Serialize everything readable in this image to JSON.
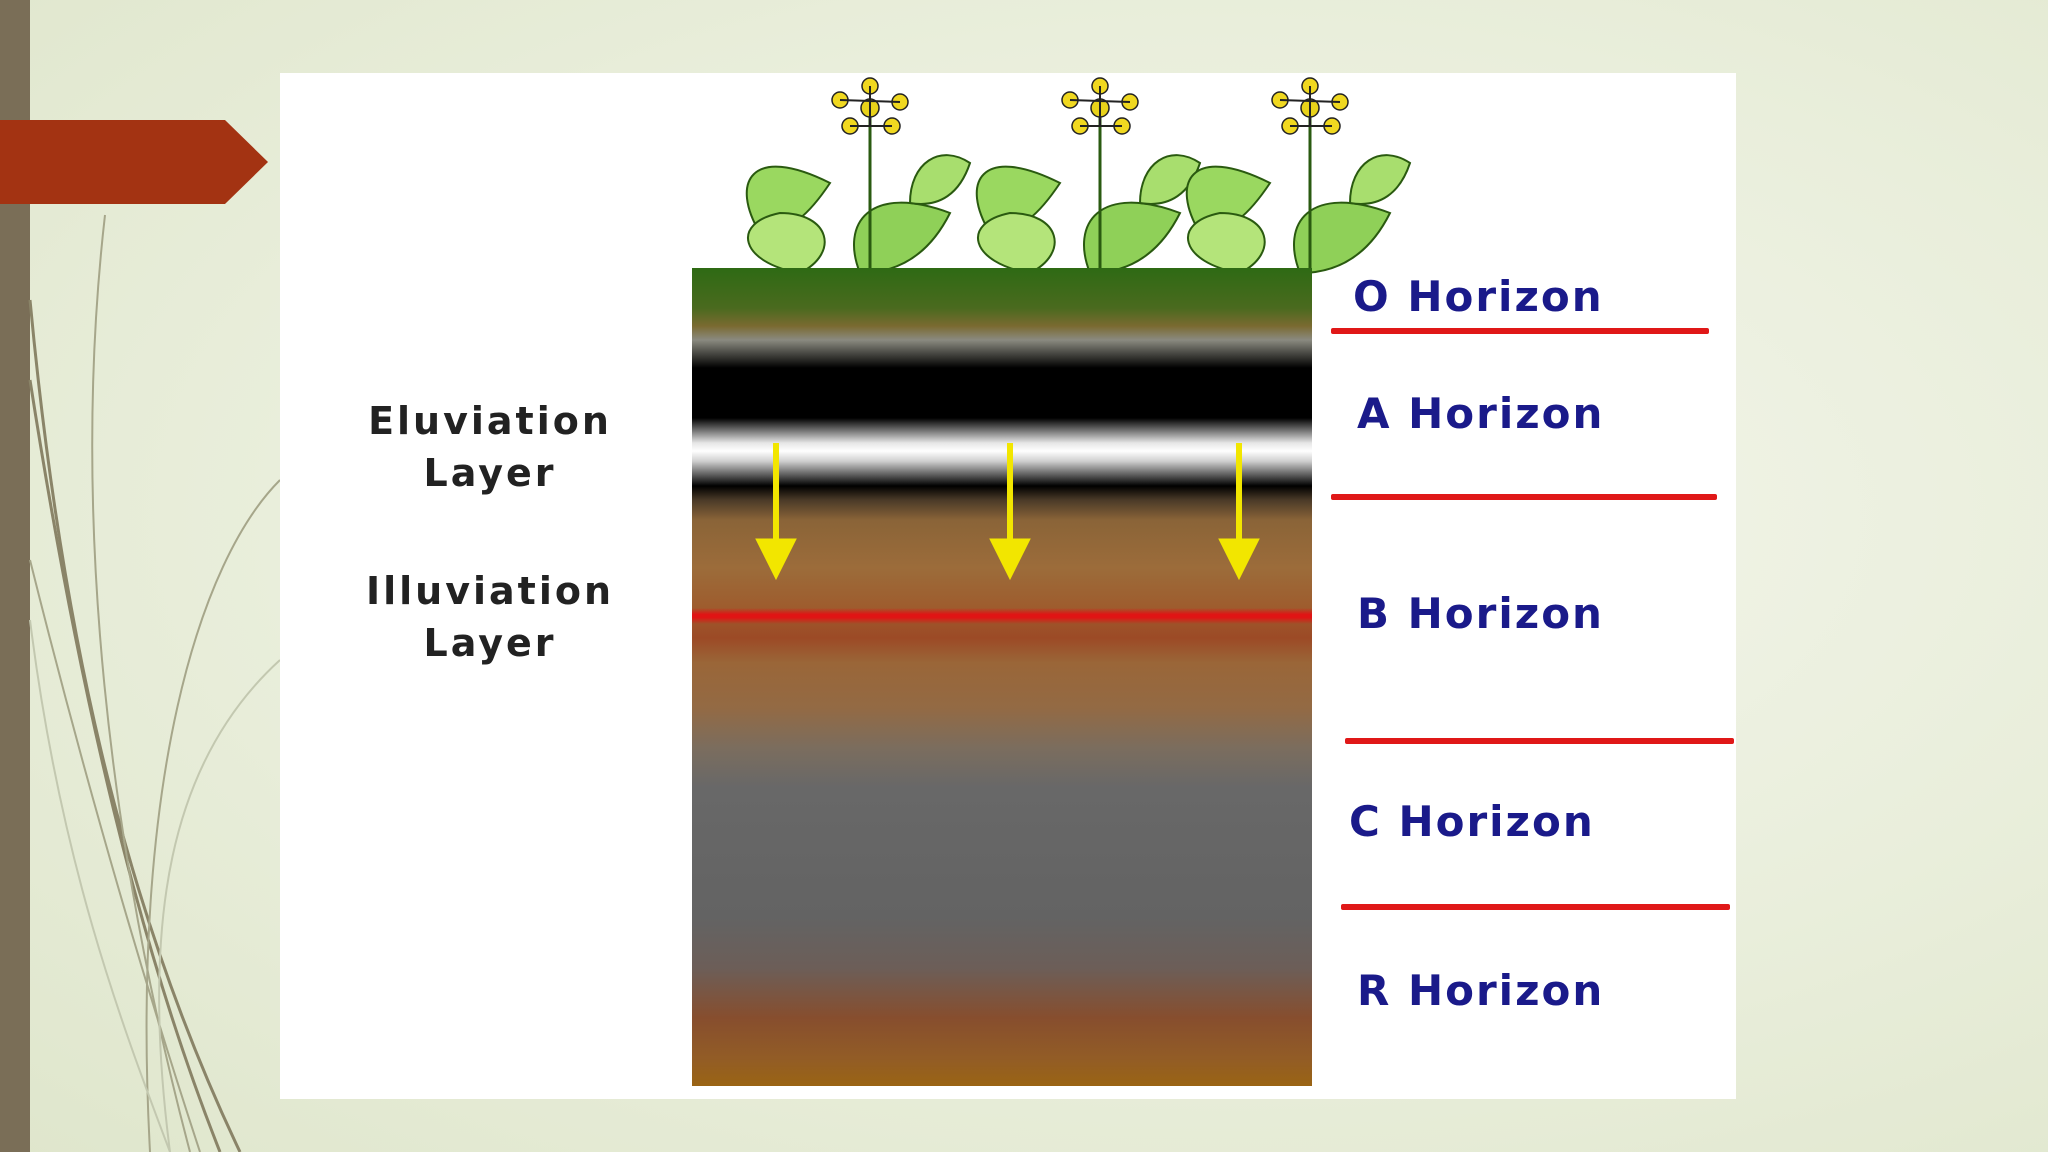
{
  "colors": {
    "accent_tab": "#a33312",
    "horizon_text": "#1a1a8a",
    "divider": "#e01818",
    "arrow": "#f2e600"
  },
  "labels": {
    "eluviation": [
      "Eluviation",
      "Layer"
    ],
    "illuviation": [
      "Illuviation",
      "Layer"
    ]
  },
  "horizons": {
    "o": "O Horizon",
    "a": "A Horizon",
    "b": "B Horizon",
    "c": "C Horizon",
    "r": "R Horizon"
  },
  "icons": [
    "flower-plant-icon",
    "down-arrow-icon"
  ]
}
